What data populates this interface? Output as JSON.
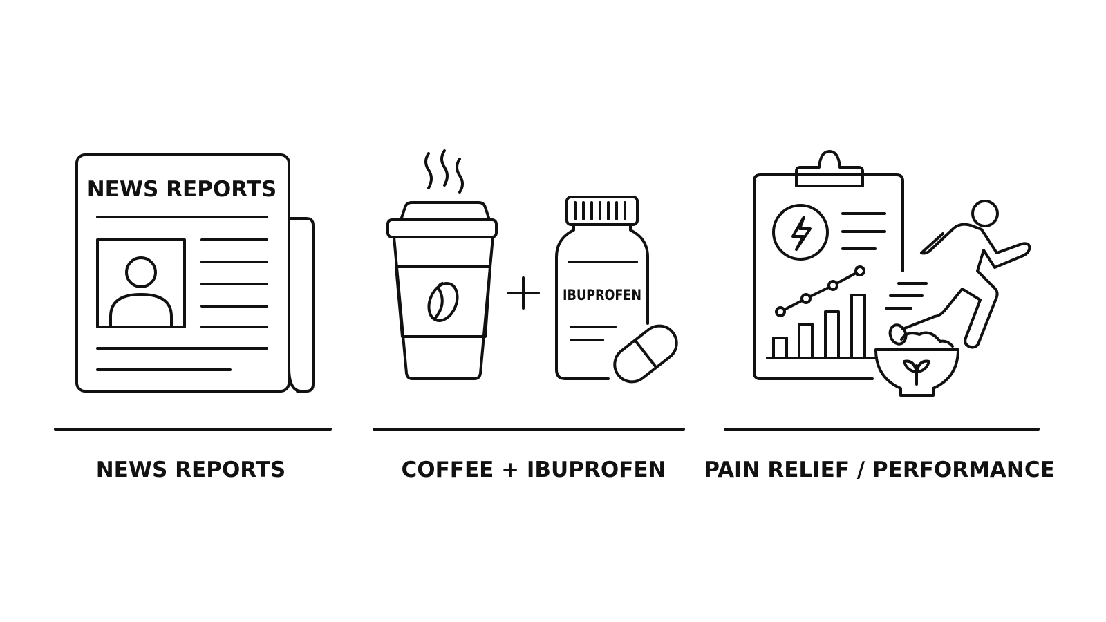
{
  "panels": [
    {
      "icon": "newspaper-icon",
      "icon_text": "NEWS REPORTS",
      "caption": "NEWS REPORTS"
    },
    {
      "icon": "coffee-cup-and-pill-bottle-icon",
      "icon_text": "IBUPROFEN",
      "operator": "+",
      "caption": "COFFEE + IBUPROFEN"
    },
    {
      "icon": "clipboard-runner-bowl-icon",
      "caption": "PAIN RELIEF / PERFORMANCE"
    }
  ],
  "colors": {
    "line": "#111111",
    "background": "#ffffff"
  }
}
